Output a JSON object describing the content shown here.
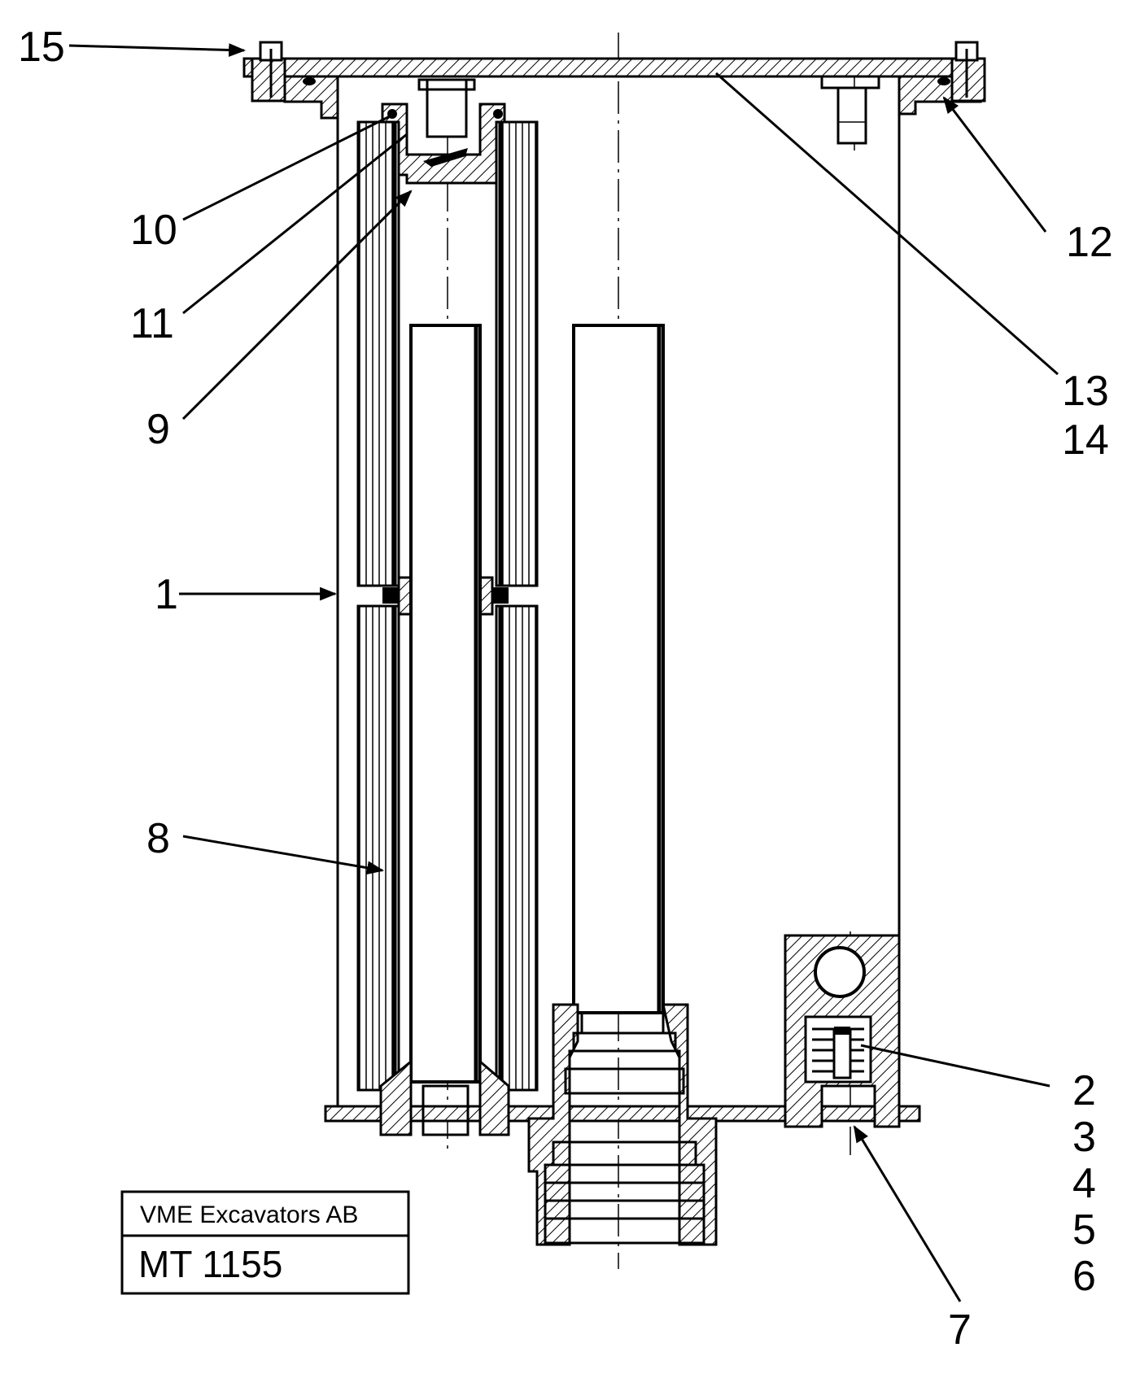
{
  "diagram": {
    "callouts": {
      "c15": "15",
      "c10": "10",
      "c11": "11",
      "c9": "9",
      "c12": "12",
      "c13": "13",
      "c14": "14",
      "c1": "1",
      "c8": "8",
      "c2": "2",
      "c3": "3",
      "c4": "4",
      "c5": "5",
      "c6": "6",
      "c7": "7"
    },
    "stamp": {
      "company": "VME Excavators AB",
      "code": "MT 1155"
    }
  }
}
